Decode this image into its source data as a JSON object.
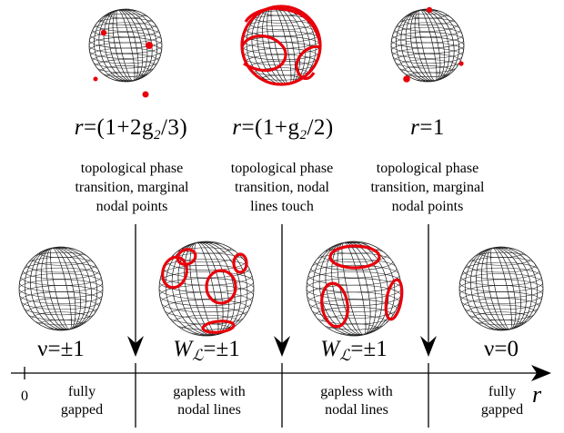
{
  "transitions": [
    {
      "r_prefix": "r",
      "r_eq": "=(1+2g",
      "r_sub": "2",
      "r_tail": "/3)",
      "description": [
        "topological phase",
        "transition, marginal",
        "nodal points"
      ]
    },
    {
      "r_prefix": "r",
      "r_eq": "=(1+g",
      "r_sub": "2",
      "r_tail": "/2)",
      "description": [
        "topological phase",
        "transition, nodal",
        "lines touch"
      ]
    },
    {
      "r_prefix": "r",
      "r_eq": "=1",
      "r_sub": "",
      "r_tail": "",
      "description": [
        "topological phase",
        "transition, marginal",
        "nodal points"
      ]
    }
  ],
  "phases": [
    {
      "symbol": "ν",
      "value": "=±1",
      "region": [
        "fully",
        "gapped"
      ]
    },
    {
      "symbol": "W",
      "sub": "ℒ",
      "value": "=±1",
      "region": [
        "gapless with",
        "nodal lines"
      ]
    },
    {
      "symbol": "W",
      "sub": "ℒ",
      "value": "=±1",
      "region": [
        "gapless with",
        "nodal lines"
      ]
    },
    {
      "symbol": "ν",
      "value": "=0",
      "region": [
        "fully",
        "gapped"
      ]
    }
  ],
  "axis": {
    "label": "r",
    "origin": "0"
  },
  "colors": {
    "nodal": "#e8000b",
    "mesh": "#222222",
    "ink": "#000000"
  }
}
